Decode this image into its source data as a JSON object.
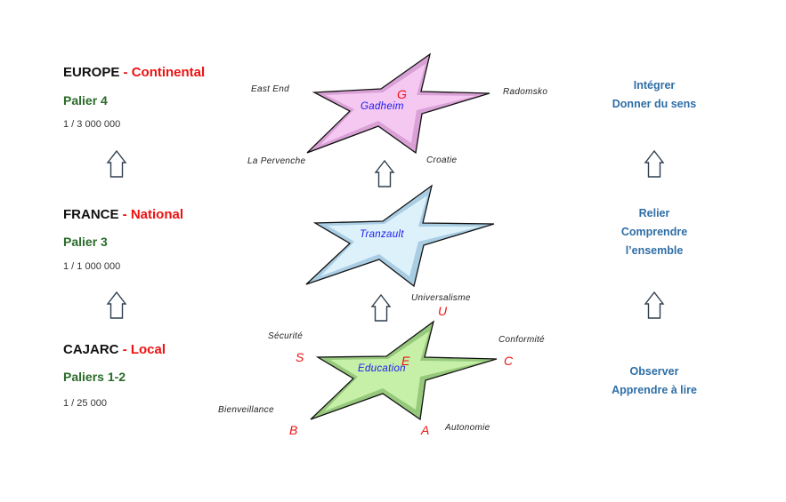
{
  "levels": [
    {
      "name": "EUROPE",
      "scope": "- Continental",
      "palier": "Palier 4",
      "scale": "1 / 3 000 000"
    },
    {
      "name": "FRANCE",
      "scope": "- National",
      "palier": "Palier 3",
      "scale": "1 / 1 000 000"
    },
    {
      "name": "CAJARC",
      "scope": "- Local",
      "palier": "Paliers 1-2",
      "scale": "1 / 25 000"
    }
  ],
  "actions": [
    {
      "line1": "Intégrer",
      "line2": "Donner du sens",
      "line3": ""
    },
    {
      "line1": "Relier",
      "line2": "Comprendre",
      "line3": "l’ensemble"
    },
    {
      "line1": "Observer",
      "line2": "Apprendre à lire",
      "line3": ""
    }
  ],
  "stars": {
    "gadheim": {
      "name": "Gadheim",
      "letter": "G",
      "fill": "#f5c8f2",
      "shade": "#d9a1d6",
      "labels": [
        "East End",
        "Radomsko",
        "La Pervenche",
        "Croatie"
      ]
    },
    "tranzault": {
      "name": "Tranzault",
      "fill": "#ddf1fb",
      "shade": "#a9cde3"
    },
    "education": {
      "name": "Education",
      "letter": "E",
      "fill": "#c6f0a8",
      "shade": "#97c97c",
      "points": [
        {
          "letter": "U",
          "label": "Universalisme"
        },
        {
          "letter": "S",
          "label": "Sécurité"
        },
        {
          "letter": "C",
          "label": "Conformité"
        },
        {
          "letter": "B",
          "label": "Bienveillance"
        },
        {
          "letter": "A",
          "label": "Autonomie"
        }
      ]
    }
  },
  "colors": {
    "arrow_stroke": "#2f3f4f",
    "level_scope": "#ee1111",
    "palier": "#2a6b2a",
    "action": "#2e6ea6"
  }
}
